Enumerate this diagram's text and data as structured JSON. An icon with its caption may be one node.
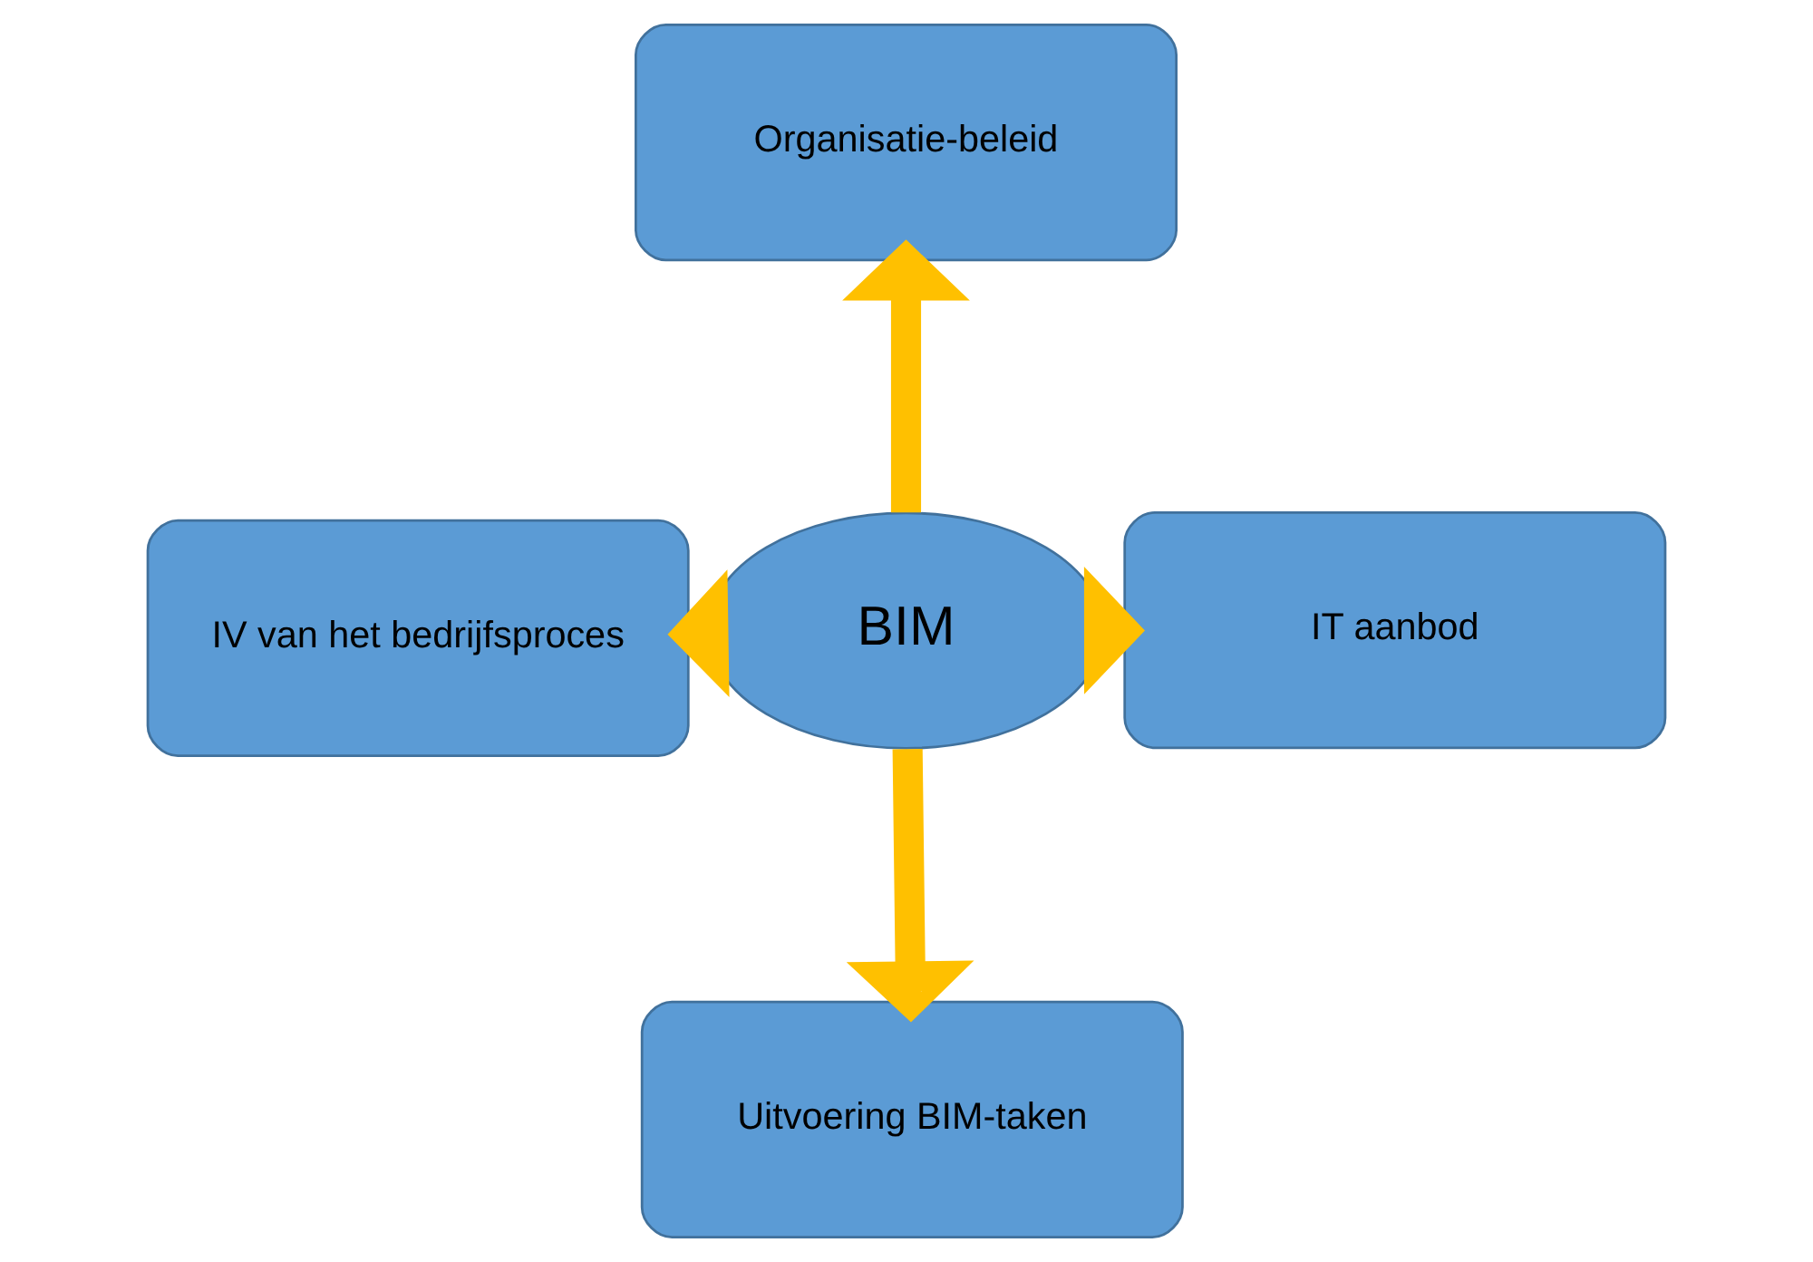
{
  "diagram": {
    "nodes": [
      {
        "text": [
          "Organisatie-beleid"
        ]
      },
      {
        "text": [
          "IV van het bedrijfsproces"
        ]
      },
      {
        "text": [
          "BIM"
        ]
      },
      {
        "text": [
          "IT aanbod"
        ]
      },
      {
        "text": [
          "Uitvoering BIM-taken"
        ]
      }
    ],
    "edges": [
      {
        "from": 2,
        "to": 0,
        "arrow": "to"
      },
      {
        "from": 2,
        "to": 1,
        "arrow": "to"
      },
      {
        "from": 2,
        "to": 3,
        "arrow": "to"
      },
      {
        "from": 2,
        "to": 4,
        "arrow": "to"
      }
    ]
  }
}
